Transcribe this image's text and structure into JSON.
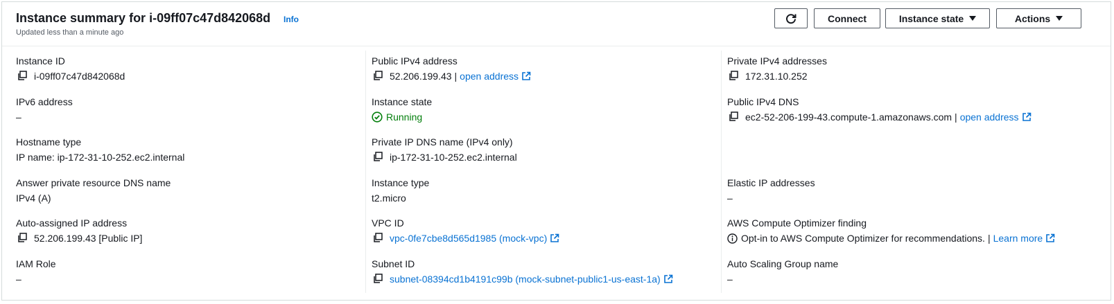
{
  "header": {
    "title": "Instance summary for i-09ff07c47d842068d",
    "info_label": "Info",
    "subtitle": "Updated less than a minute ago",
    "connect_label": "Connect",
    "instance_state_label": "Instance state",
    "actions_label": "Actions"
  },
  "fields": {
    "instance_id": {
      "label": "Instance ID",
      "value": "i-09ff07c47d842068d"
    },
    "ipv6": {
      "label": "IPv6 address",
      "value": "–"
    },
    "hostname_type": {
      "label": "Hostname type",
      "value": "IP name: ip-172-31-10-252.ec2.internal"
    },
    "answer_dns": {
      "label": "Answer private resource DNS name",
      "value": "IPv4 (A)"
    },
    "auto_ip": {
      "label": "Auto-assigned IP address",
      "value": "52.206.199.43 [Public IP]"
    },
    "iam_role": {
      "label": "IAM Role",
      "value": "–"
    },
    "public_ipv4": {
      "label": "Public IPv4 address",
      "value": "52.206.199.43",
      "sep": "|",
      "link": "open address"
    },
    "instance_state": {
      "label": "Instance state",
      "value": "Running"
    },
    "private_dns": {
      "label": "Private IP DNS name (IPv4 only)",
      "value": "ip-172-31-10-252.ec2.internal"
    },
    "instance_type": {
      "label": "Instance type",
      "value": "t2.micro"
    },
    "vpc_id": {
      "label": "VPC ID",
      "value": "vpc-0fe7cbe8d565d1985 (mock-vpc)"
    },
    "subnet_id": {
      "label": "Subnet ID",
      "value": "subnet-08394cd1b4191c99b (mock-subnet-public1-us-east-1a)"
    },
    "private_ipv4": {
      "label": "Private IPv4 addresses",
      "value": "172.31.10.252"
    },
    "public_dns": {
      "label": "Public IPv4 DNS",
      "value": "ec2-52-206-199-43.compute-1.amazonaws.com",
      "sep": "|",
      "link": "open address"
    },
    "elastic_ip": {
      "label": "Elastic IP addresses",
      "value": "–"
    },
    "optimizer": {
      "label": "AWS Compute Optimizer finding",
      "value": "Opt-in to AWS Compute Optimizer for recommendations.",
      "sep": "|",
      "link": "Learn more"
    },
    "asg_name": {
      "label": "Auto Scaling Group name",
      "value": "–"
    }
  },
  "colors": {
    "link": "#0972d3",
    "running": "#037f0c",
    "border": "#d5dbdb"
  }
}
